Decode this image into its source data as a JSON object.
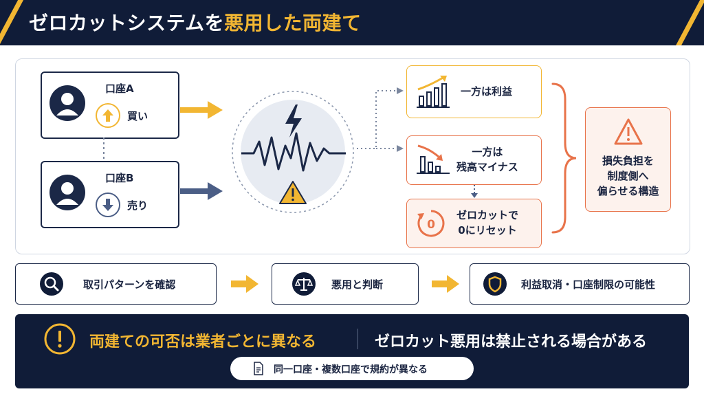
{
  "header": {
    "title_prefix": "ゼロカットシステムを",
    "title_highlight": "悪用した両建て",
    "accent_color": "#f2b632",
    "background_color": "#101c38"
  },
  "accounts": [
    {
      "name": "口座A",
      "direction_label": "買い",
      "direction_icon": "arrow-up-icon",
      "color": "#f2b632"
    },
    {
      "name": "口座B",
      "direction_label": "売り",
      "direction_icon": "arrow-down-icon",
      "color": "#4b5e86"
    }
  ],
  "volatility": {
    "icon": "lightning-icon",
    "waveform": "price-wave-icon",
    "alert": "warning-icon"
  },
  "outcomes": [
    {
      "text_lines": [
        "一方は利益"
      ],
      "icon": "rising-chart-icon",
      "color": "#f2b632"
    },
    {
      "text_lines": [
        "一方は",
        "残高マイナス"
      ],
      "icon": "falling-chart-icon",
      "color": "#e8734a"
    },
    {
      "text_lines": [
        "ゼロカットで",
        "0にリセット"
      ],
      "icon": "zero-reset-icon",
      "color": "#e8734a"
    }
  ],
  "conclusion": {
    "text_lines": [
      "損失負担を",
      "制度側へ",
      "偏らせる構造"
    ],
    "icon": "warning-icon",
    "color": "#e8734a"
  },
  "process_steps": [
    {
      "label": "取引パターンを確認",
      "icon": "magnifier-icon"
    },
    {
      "label": "悪用と判断",
      "icon": "scales-icon"
    },
    {
      "label": "利益取消・口座制限の可能性",
      "icon": "shield-icon"
    }
  ],
  "footer": {
    "warning_text": "両建ての可否は業者ごとに異なる",
    "note_text": "ゼロカット悪用は禁止される場合がある",
    "pill_text": "同一口座・複数口座で規約が異なる"
  }
}
